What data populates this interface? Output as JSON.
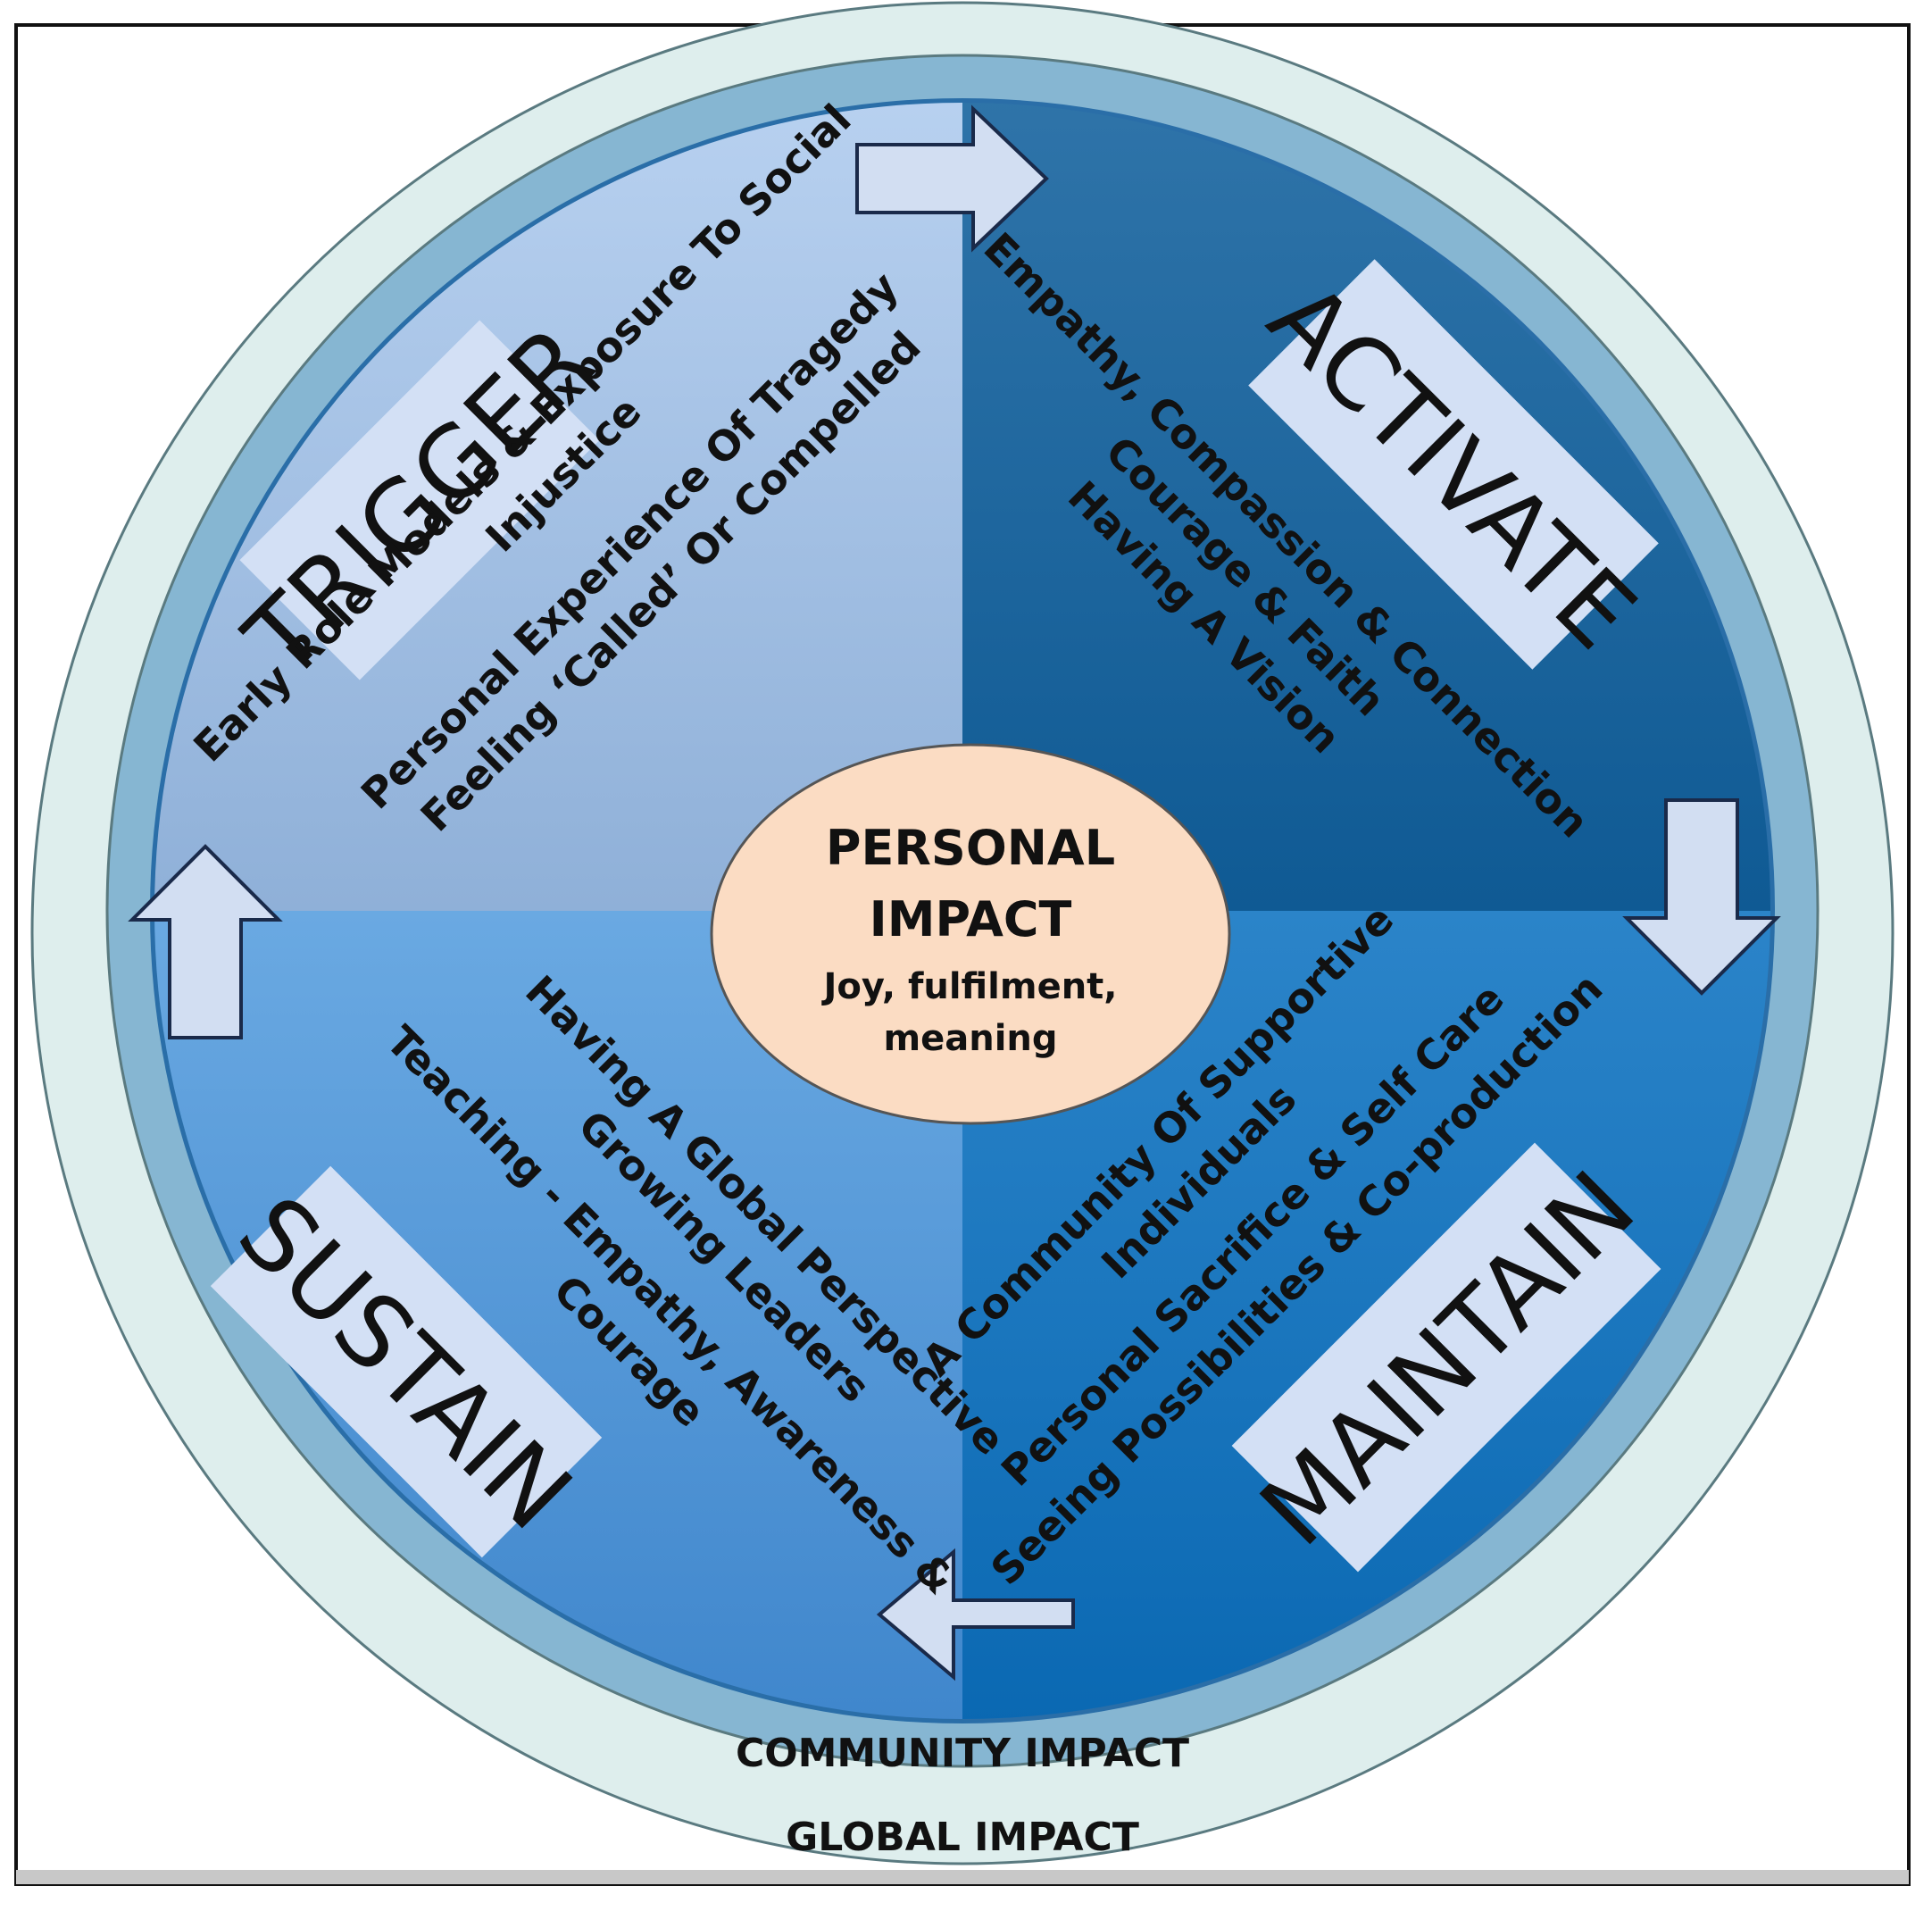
{
  "center": {
    "title_line1": "PERSONAL",
    "title_line2": "IMPACT",
    "sub_line1": "Joy, fulfilment,",
    "sub_line2": "meaning"
  },
  "rings": {
    "community": "COMMUNITY IMPACT",
    "global": "GLOBAL IMPACT"
  },
  "quadrants": {
    "trigger": {
      "label": "TRIGGER",
      "lines": [
        "Early Role Models & Exposure To Social",
        "Injustice",
        "Personal Experience Of Tragedy",
        "Feeling ‘Called’ Or Compelled"
      ]
    },
    "activate": {
      "label": "ACTIVATE",
      "lines": [
        "Empathy, Compassion & Connection",
        "Courage & Faith",
        "Having A Vision"
      ]
    },
    "maintain": {
      "label": "MAINTAIN",
      "lines": [
        "A Community Of Supportive",
        "Individuals",
        "Personal Sacrifice & Self Care",
        "Seeing Possibilities & Co-production"
      ]
    },
    "sustain": {
      "label": "SUSTAIN",
      "lines": [
        "Having A Global Perspective",
        "Growing Leaders",
        "Teaching - Empathy, Awareness &",
        "Courage"
      ]
    }
  },
  "colors": {
    "outer_ring": "#deeeed",
    "middle_ring": "#86b6d2",
    "trigger_fill": "#a6c3e6",
    "activate_fill": "#1c5f98",
    "maintain_fill": "#0f6fbb",
    "sustain_fill": "#5a9bd8",
    "center_fill": "#fbdcc3",
    "label_box": "#d3e0f5",
    "arrow_fill": "#d2def2",
    "text_dark": "#111111"
  }
}
